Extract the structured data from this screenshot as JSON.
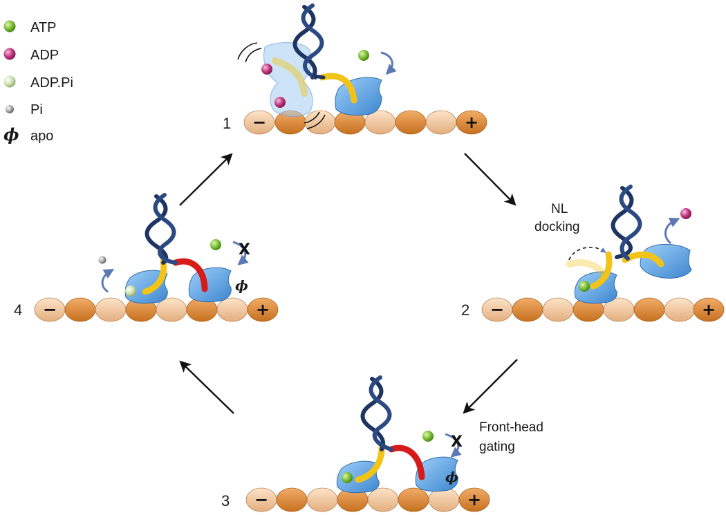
{
  "legend": {
    "items": [
      {
        "label": "ATP",
        "color": "#7cbf34"
      },
      {
        "label": "ADP",
        "color": "#c2367f"
      },
      {
        "label": "ADP.Pi",
        "color": "#cfe3ad"
      },
      {
        "label": "Pi",
        "color": "#9a9a9a"
      }
    ],
    "apo_symbol": "ϕ",
    "apo_label": "apo"
  },
  "states": {
    "s1": {
      "number": "1"
    },
    "s2": {
      "number": "2"
    },
    "s3": {
      "number": "3"
    },
    "s4": {
      "number": "4"
    }
  },
  "annotations": {
    "nl_docking": [
      "NL",
      "docking"
    ],
    "front_head_gating": [
      "Front-head",
      "gating"
    ],
    "blocked_mark": "X",
    "minus_end": "−",
    "plus_end": "+"
  },
  "colors": {
    "tubulin_dark": "#e08a3a",
    "tubulin_light": "#f5c9a0",
    "motor_head": "#5aa6e6",
    "neck_linker_docked": "#f2c417",
    "neck_linker_strained": "#d71a1a",
    "coiled_coil": "#1e3461",
    "arrow": "#111111",
    "exchange_arrow": "#5b79b4"
  }
}
